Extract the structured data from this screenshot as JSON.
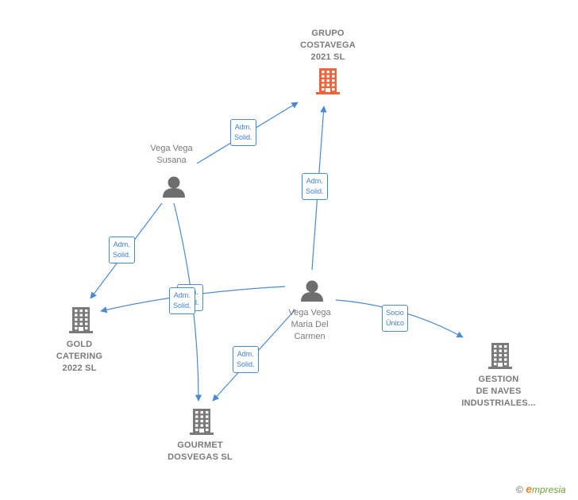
{
  "colors": {
    "edge": "#4a8ad4",
    "main_company": "#f0643c",
    "company": "#7a7a7a",
    "person": "#6e6e6e"
  },
  "nodes": [
    {
      "id": "grupo",
      "kind": "company-main",
      "label": "GRUPO\nCOSTAVEGA\n2021  SL"
    },
    {
      "id": "susana",
      "kind": "person",
      "label": "Vega Vega\nSusana"
    },
    {
      "id": "carmen",
      "kind": "person",
      "label": "Vega Vega\nMaria Del\nCarmen"
    },
    {
      "id": "gold",
      "kind": "company",
      "label": "GOLD\nCATERING\n2022  SL"
    },
    {
      "id": "gourmet",
      "kind": "company",
      "label": "GOURMET\nDOSVEGAS  SL"
    },
    {
      "id": "gestion",
      "kind": "company",
      "label": "GESTION\nDE NAVES\nINDUSTRIALES..."
    }
  ],
  "edges": [
    {
      "from": "susana",
      "to": "grupo",
      "label": "Adm.\nSolid."
    },
    {
      "from": "carmen",
      "to": "grupo",
      "label": "Adm.\nSolid."
    },
    {
      "from": "susana",
      "to": "gold",
      "label": "Adm.\nSolid."
    },
    {
      "from": "susana",
      "to": "gourmet",
      "label": "Adm.\nSolid."
    },
    {
      "from": "carmen",
      "to": "gold",
      "label": "Adm.\nSolid."
    },
    {
      "from": "carmen",
      "to": "gourmet",
      "label": "Adm.\nSolid."
    },
    {
      "from": "carmen",
      "to": "gestion",
      "label": "Socio\nÚnico"
    }
  ],
  "footer": {
    "copyright_symbol": "©",
    "brand_initial": "e",
    "brand_rest": "mpresia"
  }
}
